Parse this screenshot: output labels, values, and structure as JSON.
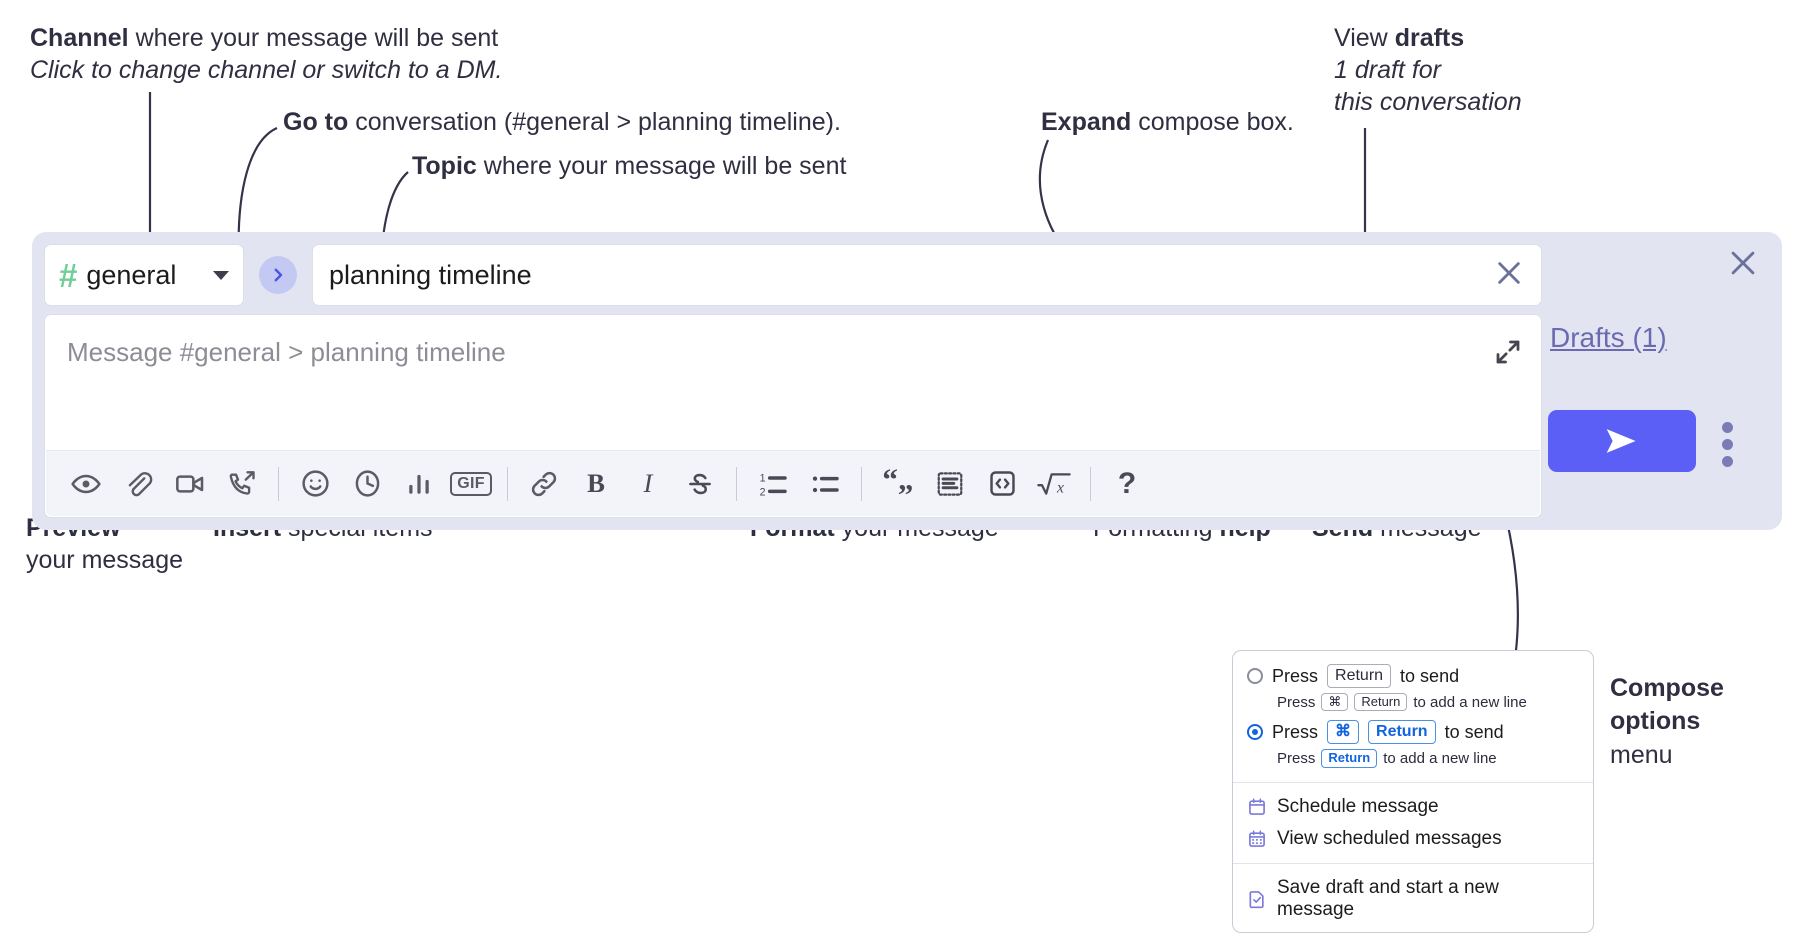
{
  "annotations": {
    "channel": {
      "bold": "Channel",
      "rest": " where your message will be sent",
      "italic": "Click to change channel or switch to a DM."
    },
    "goto": {
      "bold": "Go to",
      "rest": " conversation (#general > planning timeline)."
    },
    "topic": {
      "bold": "Topic",
      "rest": " where your message will be sent"
    },
    "expand": {
      "bold": "Expand",
      "rest": " compose box."
    },
    "drafts": {
      "line1_normal": "View ",
      "line1_bold": "drafts",
      "line2": "1 draft for",
      "line3": "this conversation"
    },
    "preview": {
      "bold": "Preview",
      "rest": "your message"
    },
    "insert": {
      "bold": "Insert",
      "rest": " special items"
    },
    "format": {
      "bold": "Format",
      "rest": " your message"
    },
    "help": {
      "normal": "Formatting ",
      "bold": "help"
    },
    "send": {
      "bold": "Send",
      "rest": " message"
    },
    "compose_options": {
      "line1": "Compose",
      "line2": "options",
      "line3": "menu"
    }
  },
  "compose": {
    "channel_name": "general",
    "hash_symbol": "#",
    "topic_value": "planning timeline",
    "message_placeholder": "Message #general > planning timeline",
    "toolbar": [
      {
        "name": "preview-icon",
        "label": "Preview"
      },
      {
        "name": "attachment-icon",
        "label": "Attach file"
      },
      {
        "name": "video-icon",
        "label": "Record video clip"
      },
      {
        "name": "audio-call-icon",
        "label": "Record audio clip"
      },
      {
        "name": "separator",
        "label": ""
      },
      {
        "name": "emoji-icon",
        "label": "Emoji"
      },
      {
        "name": "clock-icon",
        "label": "Schedule"
      },
      {
        "name": "poll-icon",
        "label": "Poll"
      },
      {
        "name": "gif-icon",
        "label": "GIF"
      },
      {
        "name": "separator",
        "label": ""
      },
      {
        "name": "link-icon",
        "label": "Link"
      },
      {
        "name": "bold-icon",
        "label": "B"
      },
      {
        "name": "italic-icon",
        "label": "I"
      },
      {
        "name": "strikethrough-icon",
        "label": "S"
      },
      {
        "name": "separator",
        "label": ""
      },
      {
        "name": "ordered-list-icon",
        "label": "Ordered list"
      },
      {
        "name": "bulleted-list-icon",
        "label": "Bulleted list"
      },
      {
        "name": "separator",
        "label": ""
      },
      {
        "name": "blockquote-icon",
        "label": "Blockquote"
      },
      {
        "name": "code-block-icon",
        "label": "Code block"
      },
      {
        "name": "code-icon",
        "label": "Code"
      },
      {
        "name": "math-icon",
        "label": "Math"
      },
      {
        "name": "separator",
        "label": ""
      },
      {
        "name": "help-icon",
        "label": "?"
      }
    ]
  },
  "rail": {
    "drafts_label": "Drafts (1)",
    "send_label": "Send",
    "close_label": "Close",
    "kebab_label": "More compose options"
  },
  "popup": {
    "option1": {
      "press": "Press",
      "key": "Return",
      "tail": "to send",
      "sub_press": "Press",
      "sub_key1": "⌘",
      "sub_key2": "Return",
      "sub_tail": "to add a new line",
      "selected": false
    },
    "option2": {
      "press": "Press",
      "key1": "⌘",
      "key2": "Return",
      "tail": "to send",
      "sub_press": "Press",
      "sub_key": "Return",
      "sub_tail": "to add a new line",
      "selected": true
    },
    "menu_items": [
      {
        "icon": "calendar-icon",
        "label": "Schedule message"
      },
      {
        "icon": "calendar-grid-icon",
        "label": "View scheduled messages"
      },
      {
        "icon": "save-draft-icon",
        "label": "Save draft and start a new message"
      }
    ]
  },
  "colors": {
    "send_button": "#5b5ff5",
    "compose_bg": "#e2e5f1",
    "hash_green": "#6fcf97",
    "drafts_text": "#6a6ab0",
    "accent_blue": "#1264e0"
  }
}
